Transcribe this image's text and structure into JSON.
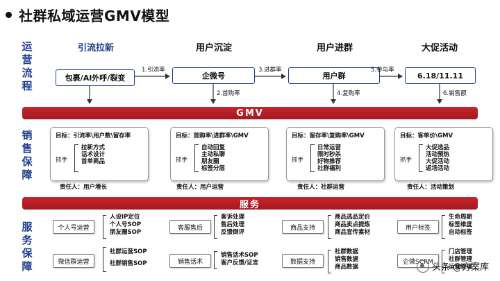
{
  "title": "社群私域运营GMV模型",
  "flow": {
    "side_label": "运营流程",
    "stages": [
      {
        "head": "引流拉新",
        "box": "包裹/AI外呼/裂变",
        "down": ""
      },
      {
        "head": "用户沉淀",
        "box": "企微号",
        "down": "2.首购率"
      },
      {
        "head": "用户进群",
        "box": "用户群",
        "down": "4.复购率"
      },
      {
        "head": "大促活动",
        "box": "6.18/11.11",
        "down": "6.销售额"
      }
    ],
    "arrows": [
      "1.引流率",
      "3.进群率",
      "5.参与率"
    ]
  },
  "gmv_bar": "GMV",
  "sales": {
    "side_label": "销售保障",
    "grab_label": "抓手",
    "cards": [
      {
        "goal": "目标：引流率\\用户数\\留存率",
        "items": [
          "拉新方式",
          "话术设计",
          "首单商品"
        ],
        "owner": "责任人：用户增长"
      },
      {
        "goal": "目标：首购率\\进群率\\GMV",
        "items": [
          "自动回复",
          "主动私聊",
          "朋友圈",
          "标签分层"
        ],
        "owner": "责任人：用户运营"
      },
      {
        "goal": "目标：留存率\\复购率\\GMV",
        "items": [
          "日常运营",
          "限时秒杀",
          "好物推荐",
          "社群福利"
        ],
        "owner": "责任人：社群运营"
      },
      {
        "goal": "目标：客单价\\GMV",
        "items": [
          "大促选品",
          "活动预热",
          "大促活动",
          "返场活动"
        ],
        "owner": "责任人：活动策划"
      }
    ]
  },
  "service_bar": "服务",
  "service": {
    "side_label": "服务保障",
    "rows": [
      [
        {
          "box": "个人号运营",
          "items": [
            "人设IP定位",
            "个人号SOP",
            "朋友圈SOP"
          ]
        },
        {
          "box": "客服售后",
          "items": [
            "客诉处理",
            "售后处理",
            "反馈倒评"
          ]
        },
        {
          "box": "商品支持",
          "items": [
            "商品选品定价",
            "商品卖点提炼",
            "商品宣传素材"
          ]
        },
        {
          "box": "用户标签",
          "items": [
            "生命周期",
            "标签维度",
            "自动标签"
          ]
        }
      ],
      [
        {
          "box": "微信群运营",
          "items": [
            "社群运营SOP",
            "社群销售SOP"
          ]
        },
        {
          "box": "销售话术",
          "items": [
            "销售话术SOP",
            "客户反馈/证言"
          ]
        },
        {
          "box": "数据支持",
          "items": [
            "社群数据",
            "销售数据",
            "商品数据"
          ]
        },
        {
          "box": "企微SCRM",
          "items": [
            "门店管理",
            "社群管理",
            "运营管理"
          ]
        }
      ]
    ]
  },
  "watermark": "头条 @方案库"
}
